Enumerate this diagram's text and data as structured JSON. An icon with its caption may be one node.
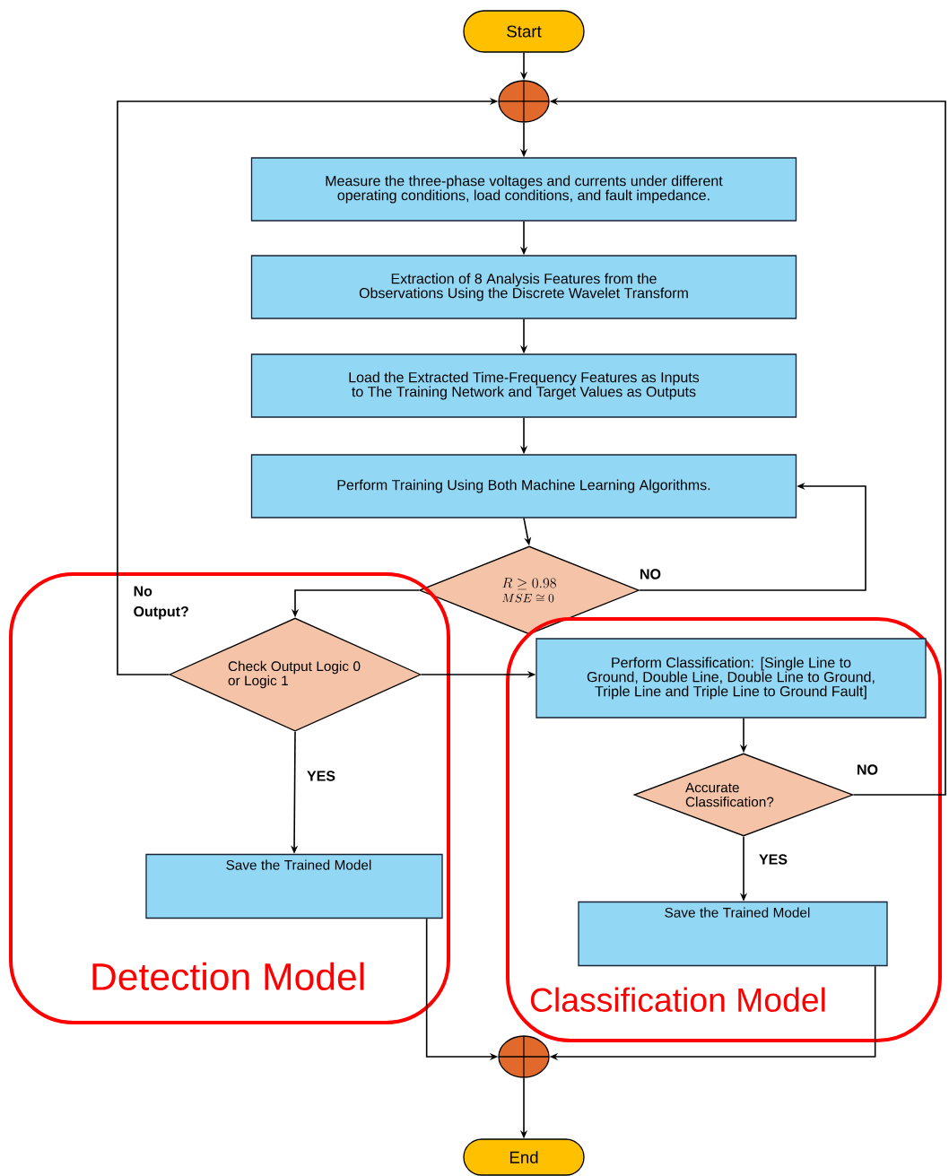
{
  "diagram": {
    "nodes": [
      {
        "text": [
          "Start"
        ]
      },
      {
        "text": [],
        "shape": "circle"
      },
      {
        "text": [
          "Measure the three-phase voltages and currents under different operating conditions, load conditions, and fault impedance."
        ]
      },
      {
        "text": [
          "Extraction of 8 Analysis Features from the Observations Using the Discrete Wavelet Transform"
        ]
      },
      {
        "text": [
          "Load the Extracted Time-Frequency Features as Inputs to The Training Network and Target Values as Outputs"
        ]
      },
      {
        "text": [
          "Perform Training Using Both Machine Learning Algorithms."
        ]
      },
      {
        "text": [
          "R \\geq 0.98",
          "MSE \\cong 0"
        ]
      },
      {
        "text": [
          "Detection Model"
        ]
      },
      {
        "text": [
          "Check Output Logic 0 or Logic 1"
        ],
        "in": 7
      },
      {
        "text": [
          "Save the Trained Model"
        ],
        "in": 7
      },
      {
        "text": [
          "Classification Model"
        ]
      },
      {
        "text": [
          "Perform Classification: [Single Line to Ground, Double Line, Double Line to Ground, Triple Line and Triple Line to Ground Fault]"
        ],
        "in": 10
      },
      {
        "text": [
          "Accurate Classification?"
        ],
        "in": 10
      },
      {
        "text": [
          "Save the Trained Model"
        ],
        "in": 10
      },
      {
        "text": [],
        "shape": "circle"
      },
      {
        "text": [
          "End"
        ]
      }
    ],
    "edges": [
      {
        "from": 0,
        "to": 1,
        "arrow": "to"
      },
      {
        "from": 1,
        "to": 2,
        "arrow": "to"
      },
      {
        "from": 2,
        "to": 3,
        "arrow": "to"
      },
      {
        "from": 3,
        "to": 4,
        "arrow": "to"
      },
      {
        "from": 4,
        "to": 5,
        "arrow": "to"
      },
      {
        "from": 5,
        "to": 6,
        "arrow": "to"
      },
      {
        "from": 6,
        "to": 5,
        "arrow": "to",
        "label": "NO"
      },
      {
        "from": 6,
        "to": 8,
        "arrow": "to"
      },
      {
        "from": 8,
        "to": 1,
        "arrow": "to",
        "label": "No Output?"
      },
      {
        "from": 8,
        "to": 11,
        "arrow": "to"
      },
      {
        "from": 8,
        "to": 9,
        "arrow": "to",
        "label": "YES"
      },
      {
        "from": 11,
        "to": 12,
        "arrow": "to"
      },
      {
        "from": 12,
        "to": 1,
        "arrow": "to",
        "label": "NO"
      },
      {
        "from": 12,
        "to": 13,
        "arrow": "to",
        "label": "YES"
      },
      {
        "from": 9,
        "to": 14,
        "arrow": "to"
      },
      {
        "from": 13,
        "to": 14,
        "arrow": "to"
      },
      {
        "from": 14,
        "to": 15,
        "arrow": "to"
      }
    ]
  }
}
